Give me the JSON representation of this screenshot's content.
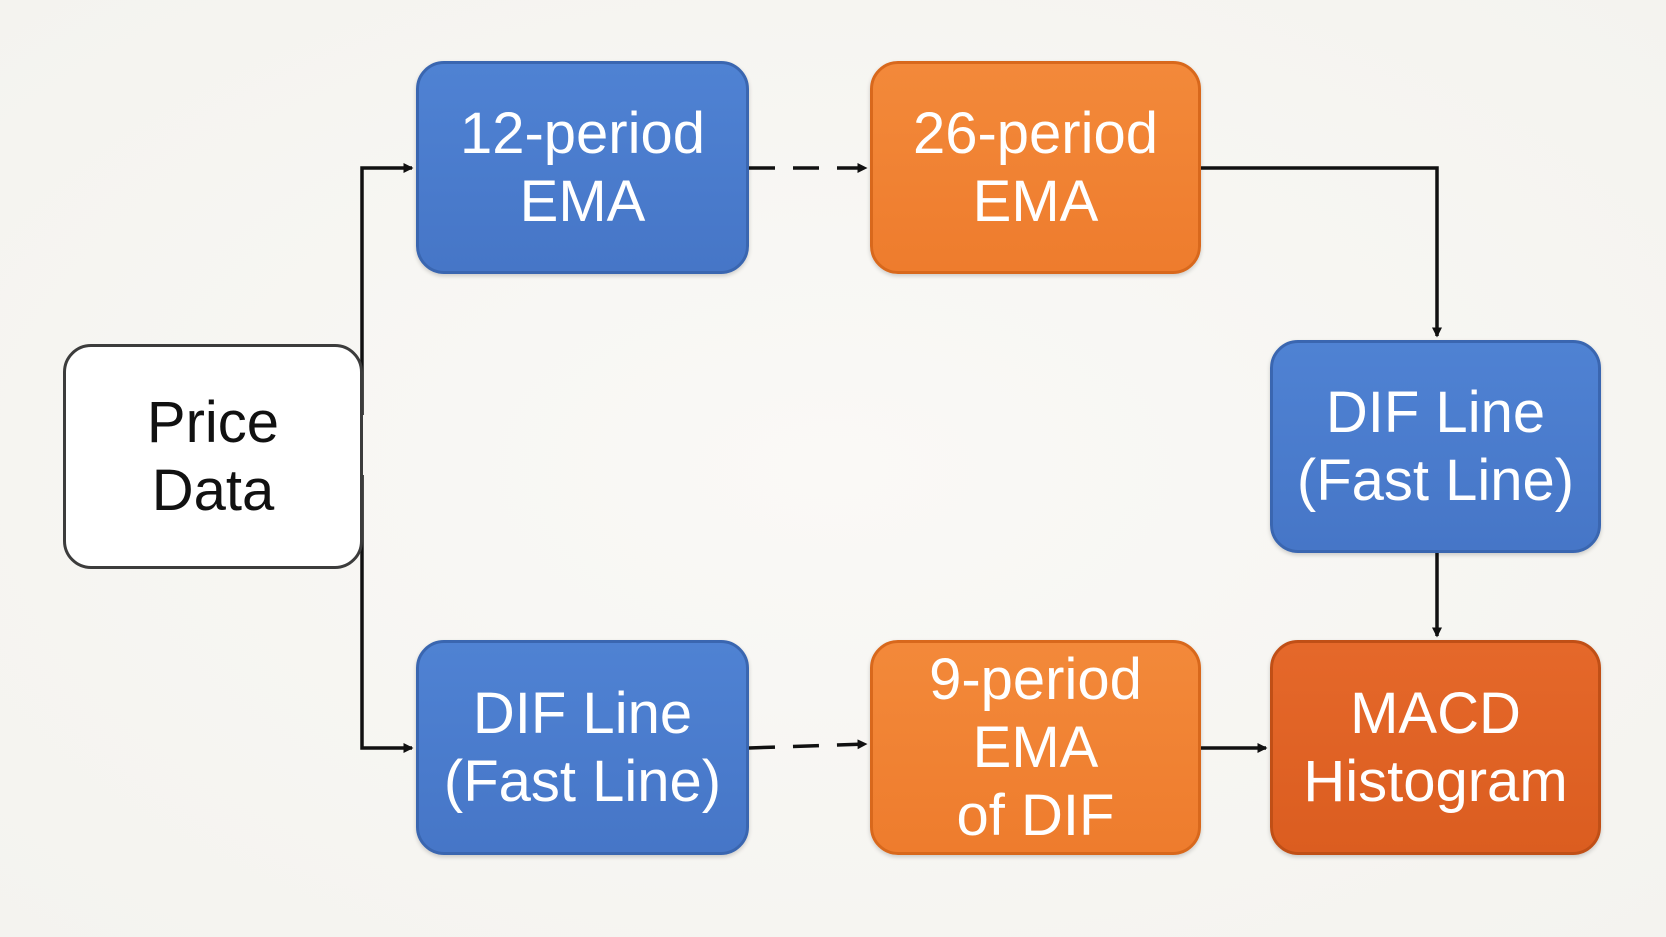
{
  "colors": {
    "blue": "#4a7bcc",
    "orange": "#f0822f",
    "dark_orange": "#df6124",
    "white": "#ffffff",
    "edge": "#111111"
  },
  "nodes": {
    "price_data": {
      "line1": "Price",
      "line2": "Data"
    },
    "ema12": {
      "line1": "12-period",
      "line2": "EMA"
    },
    "ema26": {
      "line1": "26-period",
      "line2": "EMA"
    },
    "dif_right": {
      "line1": "DIF Line",
      "line2": "(Fast Line)"
    },
    "dif_bottom": {
      "line1": "DIF Line",
      "line2": "(Fast Line)"
    },
    "ema9": {
      "line1": "9-period",
      "line2": "EMA",
      "line3": "of DIF"
    },
    "macd": {
      "line1": "MACD",
      "line2": "Histogram"
    }
  },
  "edges": [
    {
      "from": "price_data",
      "to": "ema12",
      "style": "solid"
    },
    {
      "from": "price_data",
      "to": "dif_bottom",
      "style": "solid"
    },
    {
      "from": "ema12",
      "to": "ema26",
      "style": "dashed"
    },
    {
      "from": "ema26",
      "to": "dif_right",
      "style": "solid"
    },
    {
      "from": "dif_right",
      "to": "macd",
      "style": "solid"
    },
    {
      "from": "dif_bottom",
      "to": "ema9",
      "style": "dashed"
    },
    {
      "from": "ema9",
      "to": "macd",
      "style": "solid"
    }
  ]
}
